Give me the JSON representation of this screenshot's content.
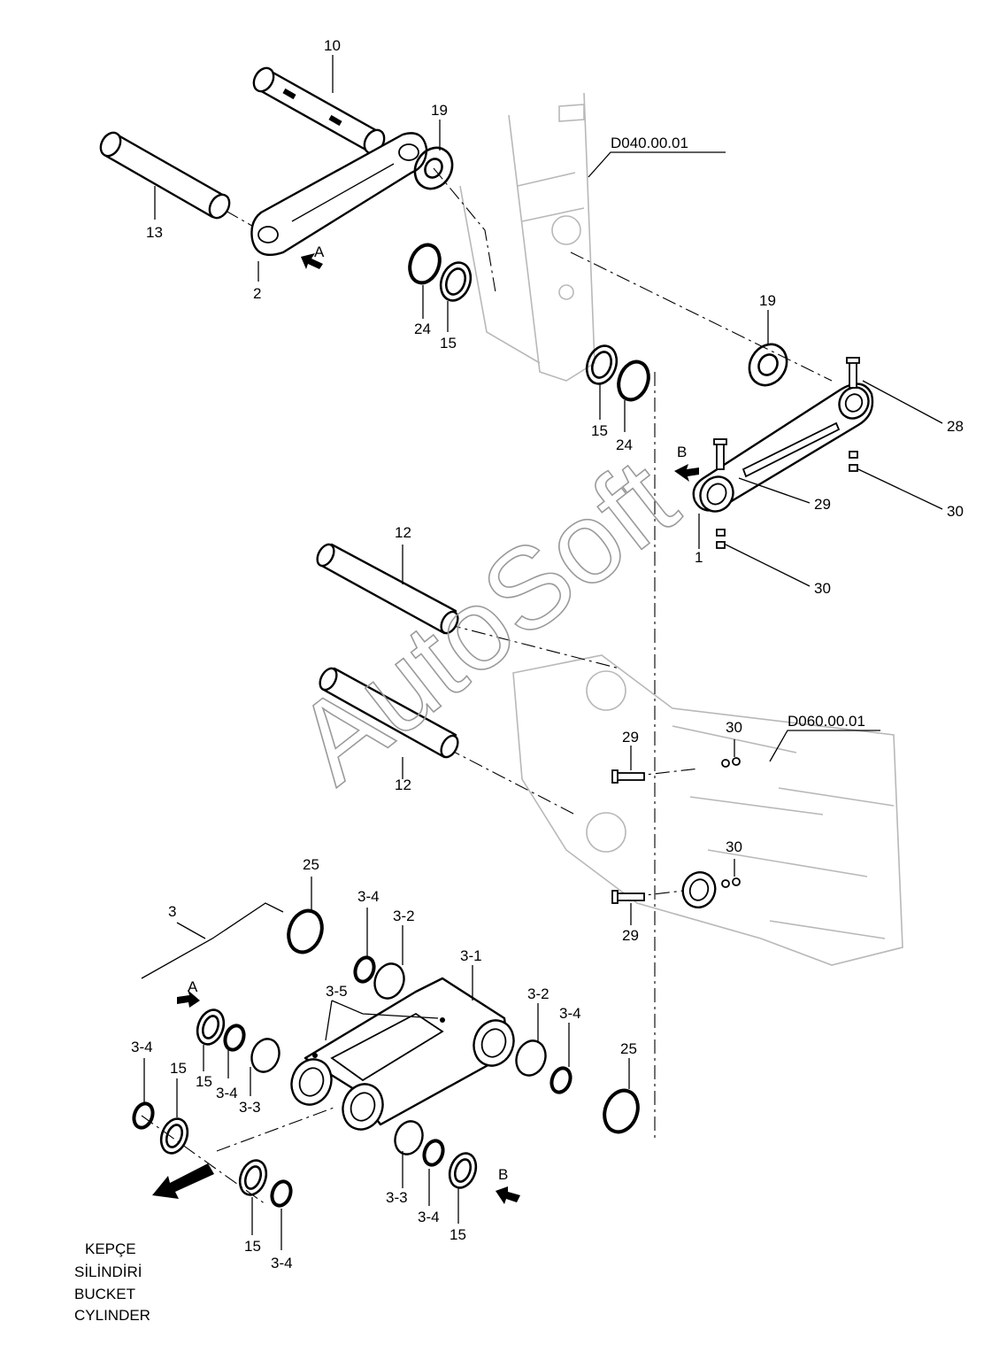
{
  "diagram": {
    "references": {
      "arm": "D040.00.01",
      "bucket": "D060.00.01"
    },
    "caption_lines": [
      "KEPÇE",
      "SİLİNDİRİ",
      "BUCKET",
      "CYLINDER"
    ],
    "watermark": "AutoSoft",
    "view_arrows": [
      "A",
      "B",
      "A",
      "B"
    ],
    "part_labels": {
      "p10": "10",
      "p19a": "19",
      "p13": "13",
      "p2": "2",
      "p24a": "24",
      "p15a": "15",
      "p15b": "15",
      "p24b": "24",
      "p19b": "19",
      "p28": "28",
      "p29a": "29",
      "p30a": "30",
      "p1": "1",
      "p30b": "30",
      "p12a": "12",
      "p12b": "12",
      "p29b": "29",
      "p30c": "30",
      "p30d": "30",
      "p29c": "29",
      "p25a": "25",
      "p3": "3",
      "p34a": "3-4",
      "p32a": "3-2",
      "p31": "3-1",
      "p35": "3-5",
      "p32b": "3-2",
      "p34b": "3-4",
      "p34c": "3-4",
      "p15c": "15",
      "p15d": "15",
      "p34d": "3-4",
      "p33a": "3-3",
      "p25b": "25",
      "p33b": "3-3",
      "p34e": "3-4",
      "p15e": "15",
      "p15f": "15",
      "p34f": "3-4"
    }
  }
}
